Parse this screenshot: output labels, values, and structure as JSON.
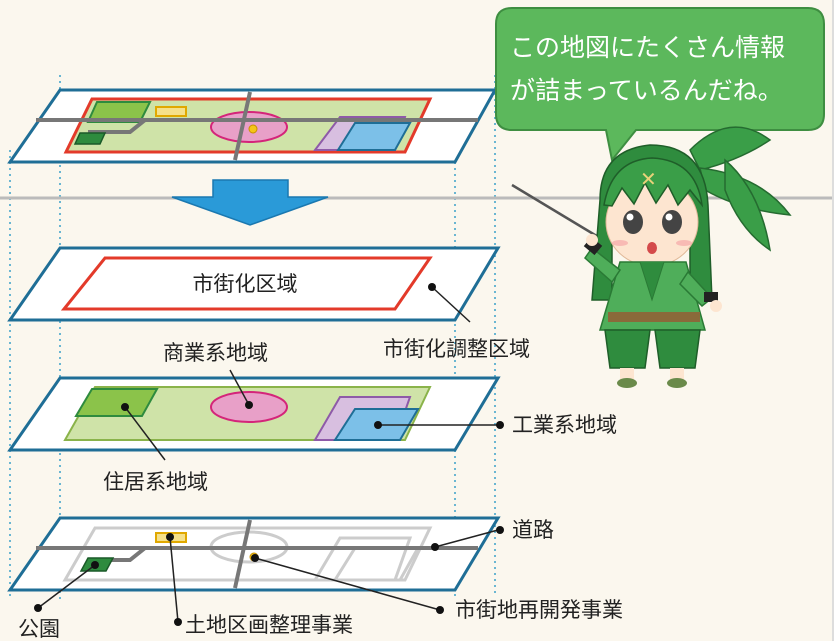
{
  "speech_bubble": {
    "line1": "この地図にたくさん情報",
    "line2": "が詰まっているんだね。"
  },
  "layers": {
    "urbanization": {
      "inside_label": "市街化区域",
      "outside_label": "市街化調整区域"
    },
    "land_use": {
      "commercial": "商業系地域",
      "industrial": "工業系地域",
      "residential": "住居系地域"
    },
    "facilities": {
      "road": "道路",
      "park": "公園",
      "land_readjustment": "土地区画整理事業",
      "redevelopment": "市街地再開発事業"
    }
  },
  "colors": {
    "layer_border": "#1f6e96",
    "urban_area_border": "#e33a2a",
    "residential": "#8bc34a",
    "commercial": "#e8a0c8",
    "industrial": "#7cc0e8",
    "park": "#2e8b3e",
    "bubble": "#5cb85c",
    "arrow": "#2a9ad8"
  }
}
